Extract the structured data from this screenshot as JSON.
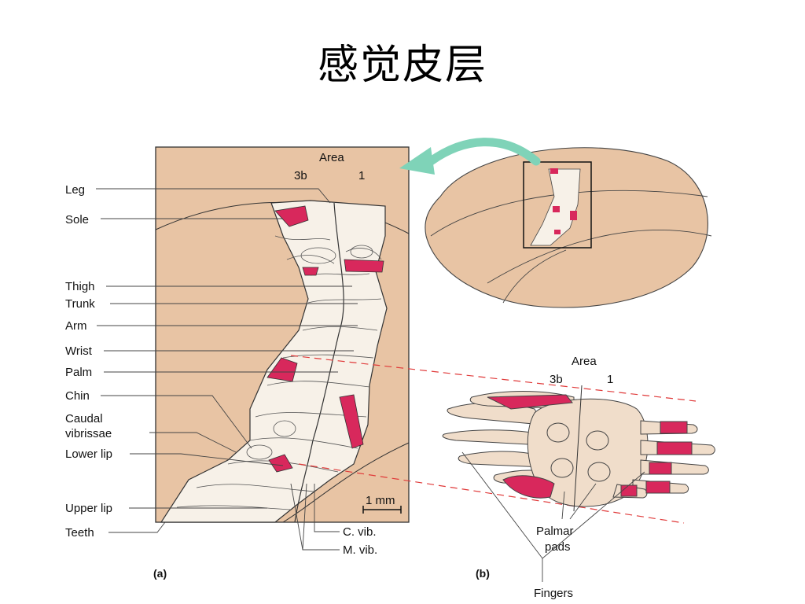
{
  "slide": {
    "title": "感觉皮层"
  },
  "panel_a": {
    "area_label": "Area",
    "area_3b": "3b",
    "area_1": "1",
    "labels": [
      "Leg",
      "Sole",
      "Thigh",
      "Trunk",
      "Arm",
      "Wrist",
      "Palm",
      "Chin",
      "Caudal",
      "vibrissae",
      "Lower lip",
      "Upper lip",
      "Teeth"
    ],
    "scale": "1 mm",
    "c_vib": "C. vib.",
    "m_vib": "M. vib.",
    "tag": "(a)"
  },
  "panel_b": {
    "area_label": "Area",
    "area_3b": "3b",
    "area_1": "1",
    "palmar_1": "Palmar",
    "palmar_2": "pads",
    "fingers": "Fingers",
    "tag": "(b)"
  },
  "colors": {
    "tan": "#e8c4a4",
    "cream": "#f7f1e8",
    "magenta": "#d8285c",
    "arrow": "#7fd3b8",
    "guide": "#e03a3a"
  }
}
